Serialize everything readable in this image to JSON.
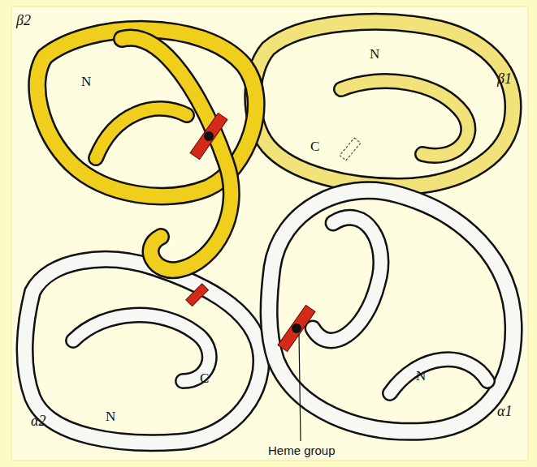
{
  "diagram": {
    "labels": [
      "β2",
      "N",
      "N",
      "β1",
      "C",
      "C",
      "α2",
      "N",
      "N",
      "α1",
      "Heme group"
    ]
  }
}
